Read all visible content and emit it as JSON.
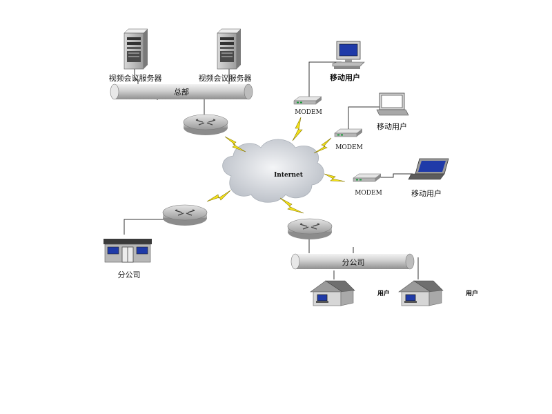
{
  "labels": {
    "server_left": "视频会议服务器",
    "server_right": "视频会议服务器",
    "hq_bus": "总部",
    "internet": "Internet",
    "modem_1": "MODEM",
    "modem_2": "MODEM",
    "modem_3": "MODEM",
    "mobile_user_1": "移动用户",
    "mobile_user_2": "移动用户",
    "mobile_user_3": "移动用户",
    "branch_left": "分公司",
    "branch_bus": "分公司",
    "user_1": "用户",
    "user_2": "用户"
  },
  "colors": {
    "router": "#b9b9b9",
    "cloud": "#c8ccd2",
    "bolt": "#f4e21a",
    "screen": "#1f3aa8"
  }
}
